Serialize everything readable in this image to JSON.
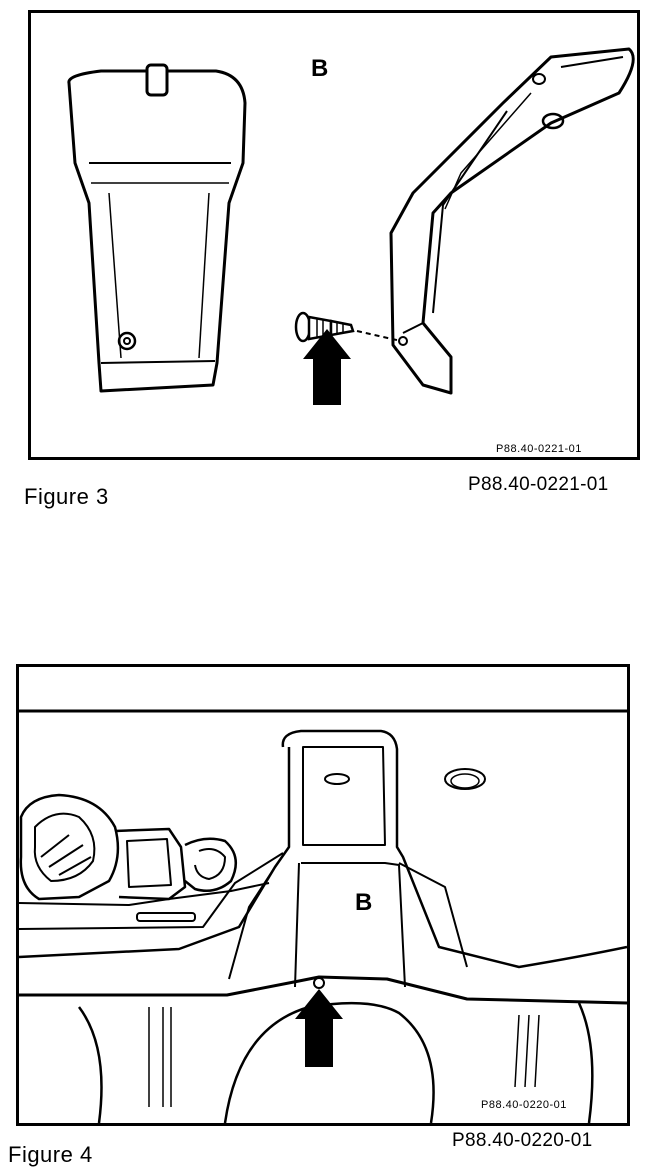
{
  "figure3": {
    "part_label": "B",
    "inner_code": "P88.40-0221-01",
    "caption": "Figure 3",
    "code": "P88.40-0221-01"
  },
  "figure4": {
    "part_label": "B",
    "inner_code": "P88.40-0220-01",
    "caption": "Figure 4",
    "code": "P88.40-0220-01"
  }
}
